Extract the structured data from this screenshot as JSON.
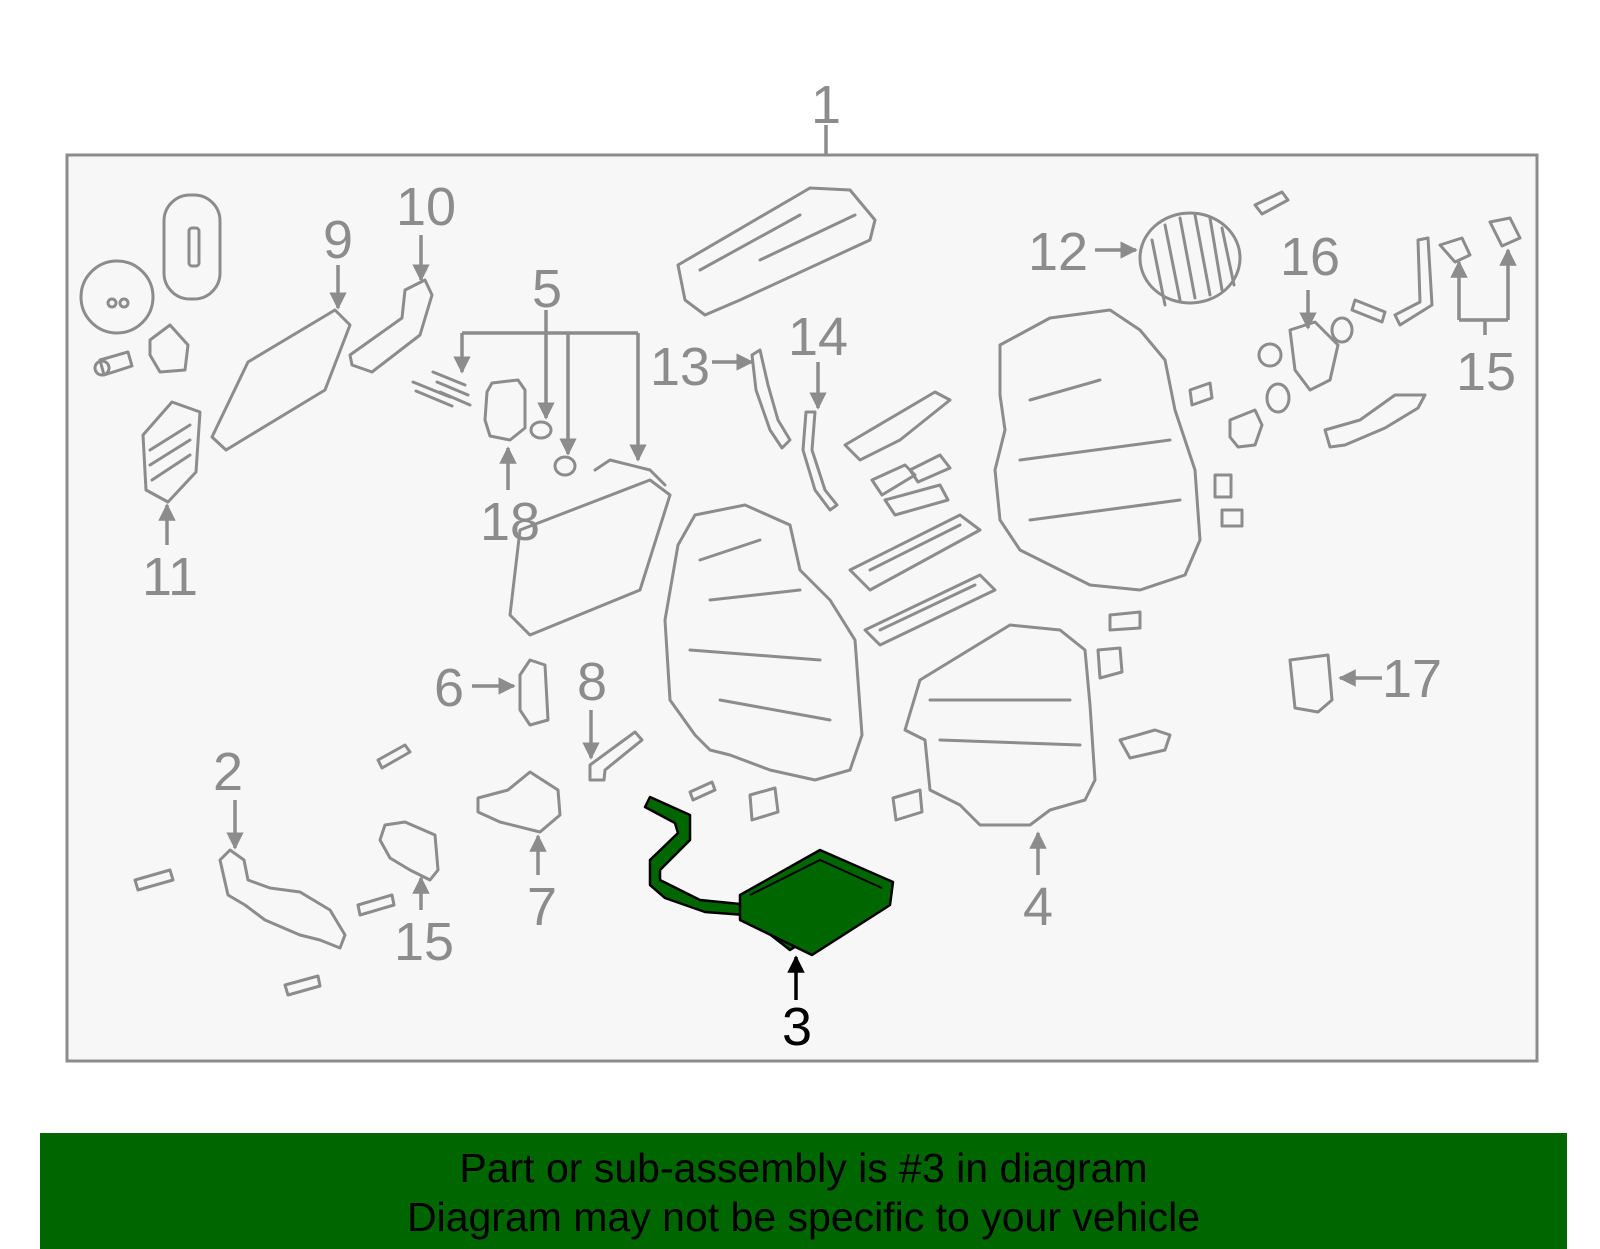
{
  "callouts": {
    "c1": "1",
    "c2": "2",
    "c3": "3",
    "c4": "4",
    "c5": "5",
    "c6": "6",
    "c7": "7",
    "c8": "8",
    "c9": "9",
    "c10": "10",
    "c11": "11",
    "c12": "12",
    "c13": "13",
    "c14": "14",
    "c15a": "15",
    "c15b": "15",
    "c16": "16",
    "c17": "17",
    "c18": "18"
  },
  "highlighted_part": "3",
  "colors": {
    "highlight": "#006600",
    "line": "#8c8c8c",
    "frame_fill": "#f7f7f7"
  },
  "banner": {
    "line1": "Part or sub-assembly is #3 in diagram",
    "line2": "Diagram may not be specific to your vehicle"
  }
}
